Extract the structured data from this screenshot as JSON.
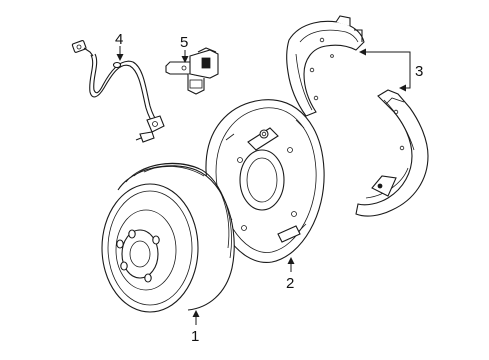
{
  "callouts": [
    {
      "id": "1",
      "text": "1"
    },
    {
      "id": "2",
      "text": "2"
    },
    {
      "id": "3",
      "text": "3"
    },
    {
      "id": "4",
      "text": "4"
    },
    {
      "id": "5",
      "text": "5"
    }
  ]
}
